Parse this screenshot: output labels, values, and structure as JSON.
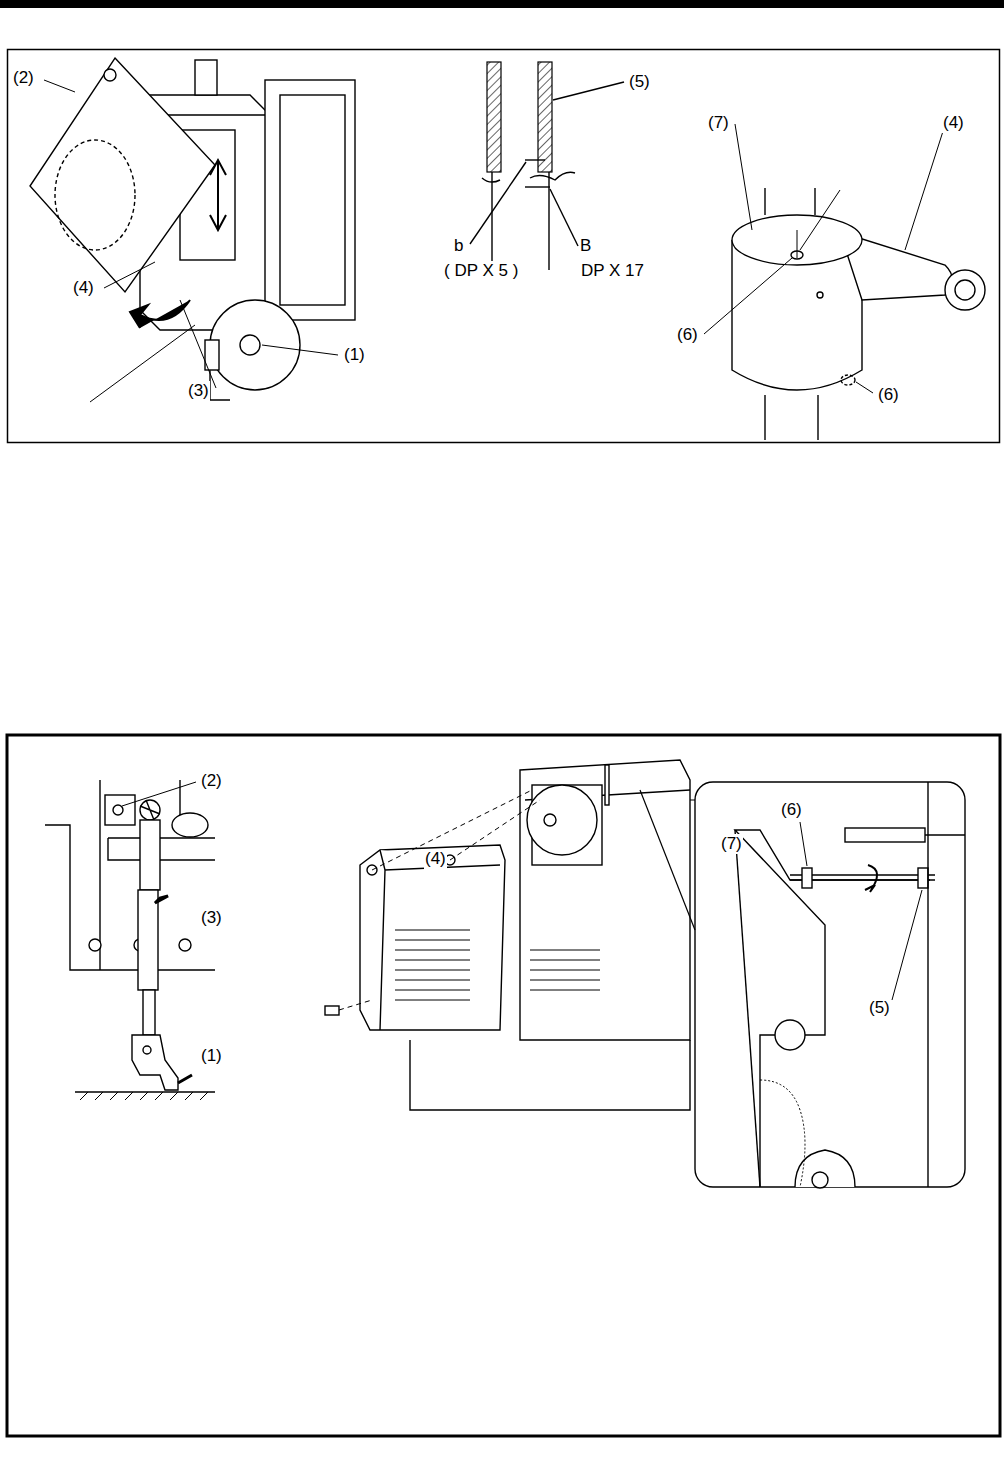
{
  "diagram": {
    "labels": [
      "(2)",
      "(4)",
      "(3)",
      "(1)",
      "(5)",
      "b",
      "( DP X 5 )",
      "B",
      "DP X 17",
      "(7)",
      "(4)",
      "(6)",
      "(6)",
      "(2)",
      "(3)",
      "(1)",
      "(4)",
      "(6)",
      "(7)",
      "(5)"
    ]
  }
}
